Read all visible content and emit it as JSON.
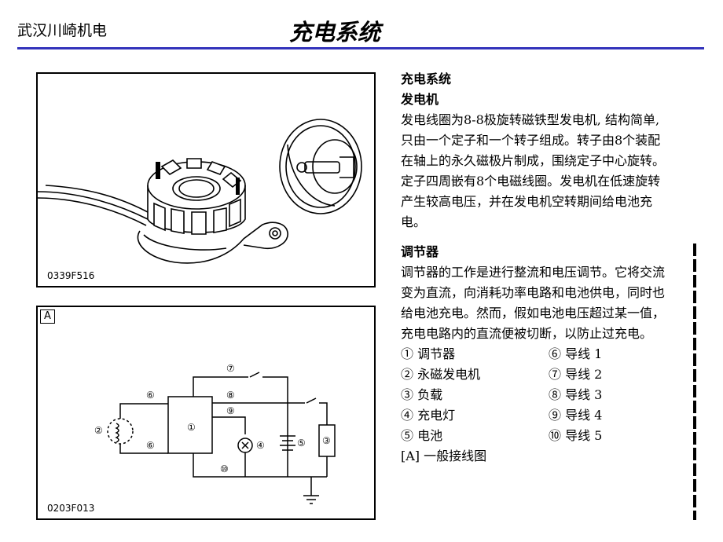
{
  "header": {
    "company": "武汉川崎机电",
    "title": "充电系统"
  },
  "figures": {
    "top_code": "0339F516",
    "bottom_code": "0203F013",
    "bottom_tag": "A",
    "circuit_numbers": [
      "①",
      "②",
      "③",
      "④",
      "⑤",
      "⑥",
      "⑥",
      "⑦",
      "⑧",
      "⑨",
      "⑩"
    ]
  },
  "content": {
    "heading": "充电系统",
    "subheading1": "发电机",
    "paragraph1": [
      "发电线圈为8-8极旋转磁铁型发电机, 结构简单,",
      "只由一个定子和一个转子组成。转子由8个装配",
      "在轴上的永久磁极片制成，围绕定子中心旋转。",
      "定子四周嵌有8个电磁线圈。发电机在低速旋转",
      "产生较高电压，并在发电机空转期间给电池充",
      "电。"
    ],
    "subheading2": "调节器",
    "paragraph2": [
      "调节器的工作是进行整流和电压调节。它将交流",
      "变为直流，向消耗功率电路和电池供电，同时也",
      "给电池充电。然而，假如电池电压超过某一值，",
      "充电电路内的直流便被切断，以防止过充电。"
    ],
    "legend_left": [
      "① 调节器",
      "② 永磁发电机",
      "③ 负载",
      "④ 充电灯",
      "⑤ 电池"
    ],
    "legend_right": [
      "⑥ 导线 1",
      "⑦ 导线 2",
      "⑧ 导线 3",
      "⑨ 导线 4",
      "⑩ 导线 5"
    ],
    "diagram_caption": "[A] 一般接线图"
  }
}
